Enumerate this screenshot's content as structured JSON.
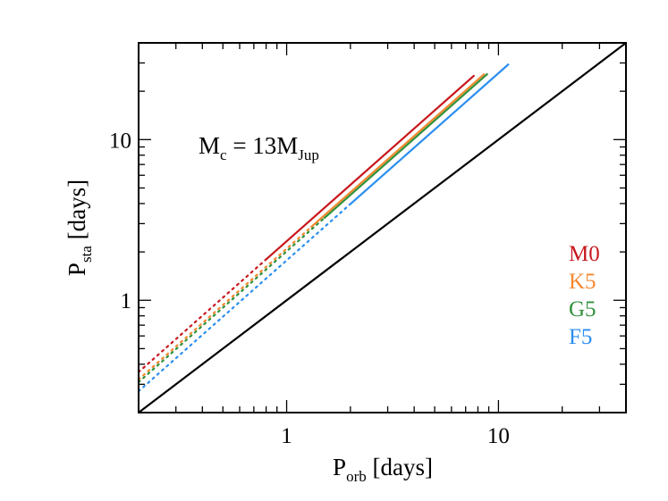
{
  "chart_data": {
    "type": "line",
    "xscale": "log",
    "yscale": "log",
    "xlim": [
      0.2,
      40
    ],
    "ylim": [
      0.2,
      40
    ],
    "x_ticks": [
      1,
      10
    ],
    "x_tick_labels": [
      "1",
      "10"
    ],
    "y_ticks": [
      1,
      10
    ],
    "y_tick_labels": [
      "1",
      "10"
    ],
    "xlabel": {
      "main": "P",
      "sub": "orb",
      "rest": " [days]"
    },
    "ylabel": {
      "main": "P",
      "sub": "sta",
      "rest": " [days]"
    },
    "annotation": {
      "pre": "M",
      "sub1": "c",
      "mid": " = 13M",
      "sub2": "Jup"
    },
    "legend_position": "right",
    "series": [
      {
        "name": "M0",
        "color": "#c8181e",
        "dotted": [
          0.2,
          0.8
        ],
        "solid": [
          0.8,
          7.7
        ],
        "slope": 1.165,
        "intercept": 0.3675
      },
      {
        "name": "K5",
        "color": "#f5882e",
        "dotted": [
          0.2,
          1.3
        ],
        "solid": [
          1.3,
          8.6
        ],
        "slope": 1.165,
        "intercept": 0.3212
      },
      {
        "name": "G5",
        "color": "#30923c",
        "dotted": [
          0.2,
          1.5
        ],
        "solid": [
          1.5,
          8.9
        ],
        "slope": 1.165,
        "intercept": 0.3046
      },
      {
        "name": "F5",
        "color": "#2a8ef0",
        "dotted": [
          0.2,
          2.0
        ],
        "solid": [
          2.0,
          11.2
        ],
        "slope": 1.165,
        "intercept": 0.2484
      },
      {
        "name": "",
        "color": "#000000",
        "solid": [
          0.2,
          40
        ],
        "slope": 1.0,
        "intercept": 0.0
      }
    ]
  }
}
